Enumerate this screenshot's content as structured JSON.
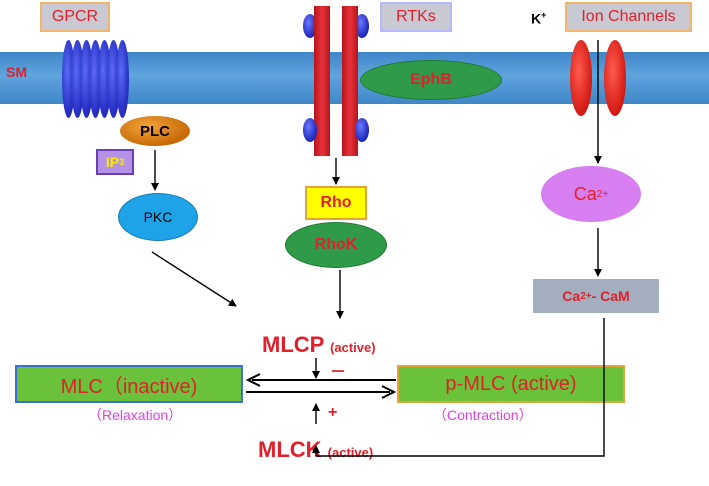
{
  "receptors": {
    "gpcr": "GPCR",
    "rtks": "RTKs",
    "ion_channels": "Ion Channels",
    "k_ion": "K",
    "k_charge": "+"
  },
  "membrane_label": "SM",
  "molecules": {
    "ephb": "EphB",
    "plc": "PLC",
    "ip3": "IP",
    "ip3_sub": "3",
    "pkc": "PKC",
    "rho": "Rho",
    "rhok": "RhoK",
    "ca": "Ca",
    "ca_charge": "2+",
    "cacam_ca": "Ca",
    "cacam_charge": "2+",
    "cacam_rest": "- CaM"
  },
  "enzymes": {
    "mlcp": "MLCP",
    "mlcp_state": "(active)",
    "mlck": "MLCK",
    "mlck_state": "(active)",
    "minus": "－",
    "plus": "+"
  },
  "states": {
    "mlc": "MLC（inactive)",
    "pmlc": "p-MLC (active)",
    "relaxation": "（Relaxation）",
    "contraction": "（Contraction）"
  },
  "colors": {
    "membrane": "#5fa4dd",
    "label_red": "#e0202a",
    "state_green": "#6ac23a",
    "note_magenta": "#e040e0"
  }
}
